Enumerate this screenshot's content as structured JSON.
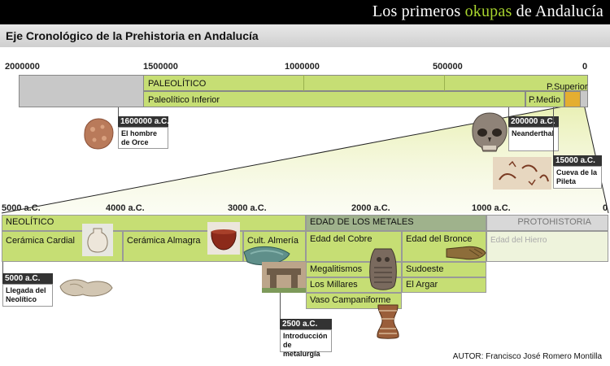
{
  "header": {
    "brand_pre": "Los primeros ",
    "brand_hl": "okupas",
    "brand_post": " de Andalucía",
    "title": "Eje Cronológico de la Prehistoria en Andalucía"
  },
  "top_axis": {
    "ticks": [
      "2000000",
      "1500000",
      "1000000",
      "500000",
      "0"
    ],
    "paleolitico": "PALEOLÍTICO",
    "inferior": "Paleolítico Inferior",
    "medio": "P.Medio",
    "superior": "P.Superior"
  },
  "top_notes": [
    {
      "head": "1600000 a.C.",
      "text": "El hombre de Orce",
      "icon": "orce-fossil"
    },
    {
      "head": "200000 a.C.",
      "text": "Neanderthal",
      "icon": "neanderthal-skull"
    },
    {
      "head": "15000 a.C.",
      "text": "Cueva de la Pileta",
      "icon": "cave-painting"
    }
  ],
  "bottom_axis": {
    "ticks": [
      "5000 a.C.",
      "4000 a.C.",
      "3000 a.C.",
      "2000 a.C.",
      "1000 a.C.",
      "0"
    ],
    "neolitico": "NEOLÍTICO",
    "metales": "EDAD DE LOS METALES",
    "protohistoria": "PROTOHISTORIA",
    "cardial": "Cerámica Cardial",
    "almagra": "Cerámica Almagra",
    "almeria": "Cult. Almería",
    "cobre": "Edad del Cobre",
    "bronce": "Edad del Bronce",
    "hierro": "Edad del Hierro",
    "megalitismos": "Megalitismos",
    "millares": "Los Millares",
    "campaniforme": "Vaso Campaniforme",
    "sudoeste": "Sudoeste",
    "argar": "El Argar"
  },
  "bottom_notes": [
    {
      "head": "5000 a.C.",
      "text": "Llegada del Neolítico",
      "icon": "neolithic-pottery"
    },
    {
      "head": "2500 a.C.",
      "text": "Introducción de metalurgía",
      "icon": "bell-beaker"
    }
  ],
  "author": "AUTOR: Francisco José Romero Montilla",
  "colors": {
    "green": "#c8e07a",
    "lightgreen": "#dcee98",
    "grey": "#c8c8c8",
    "dark": "#333333"
  }
}
